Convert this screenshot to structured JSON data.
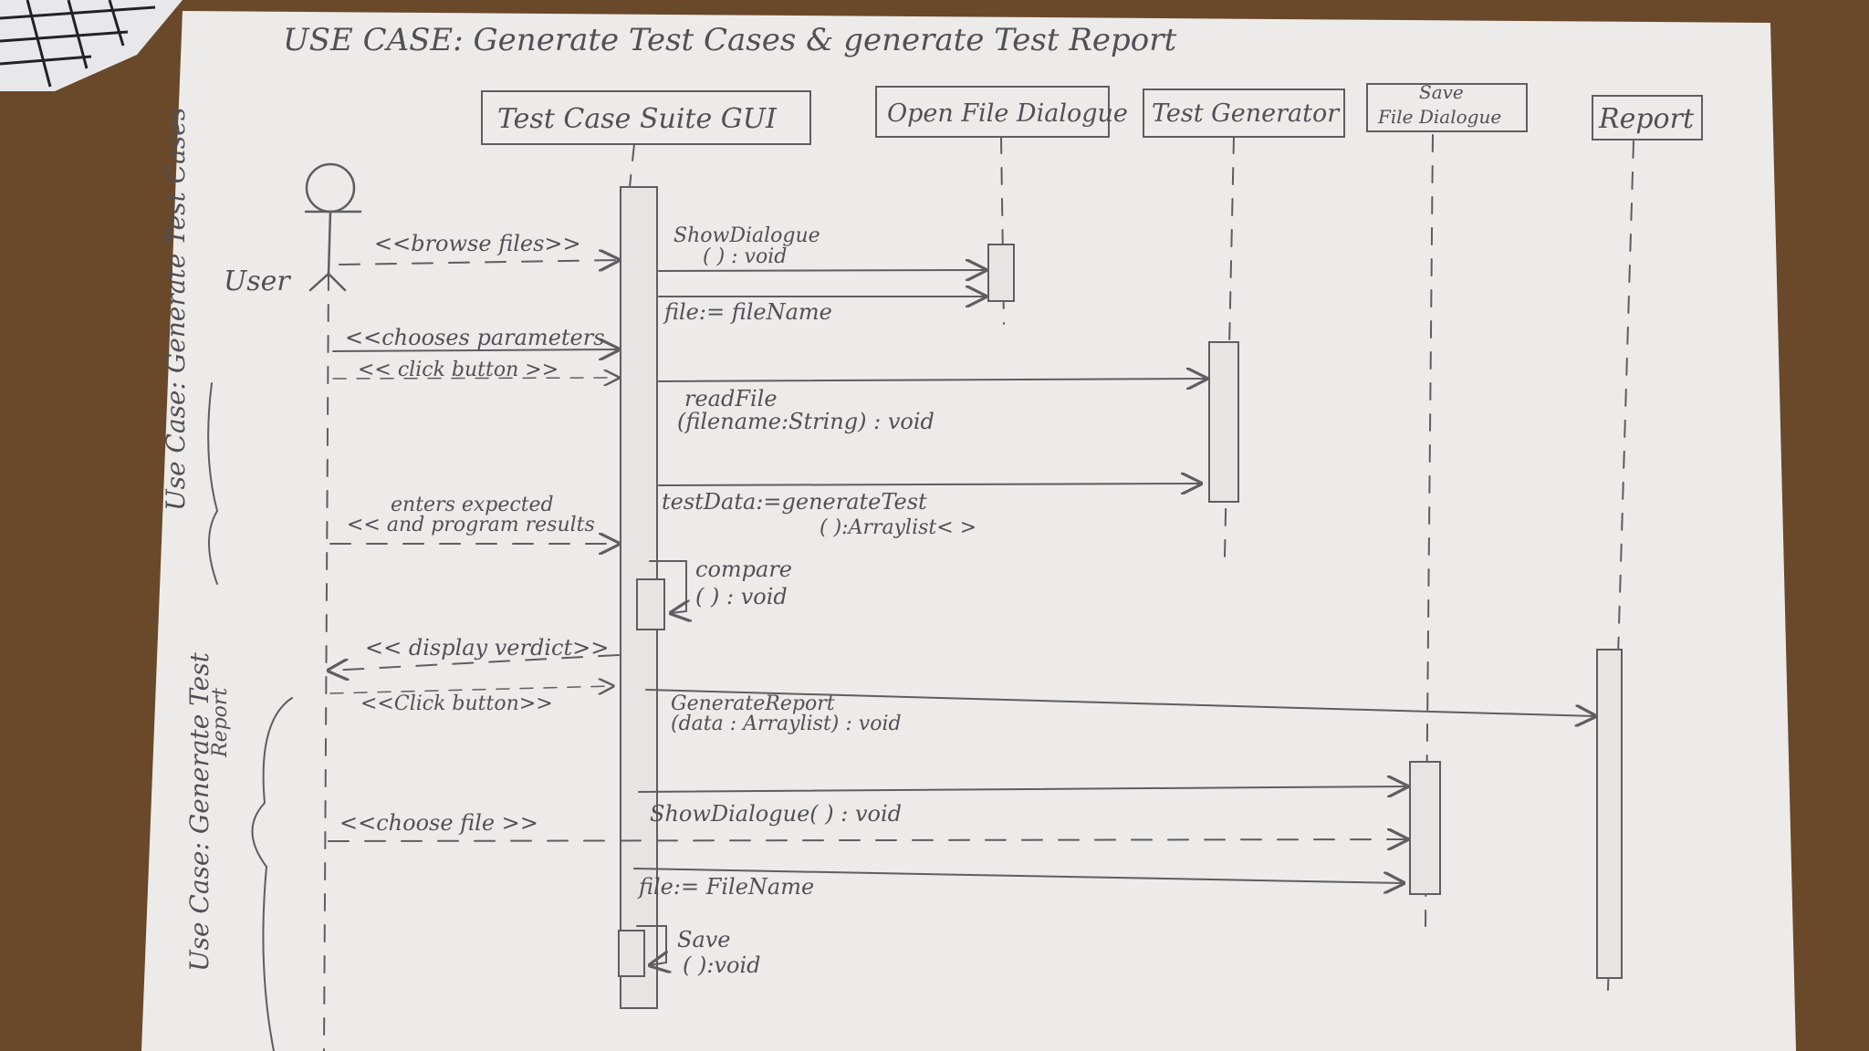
{
  "title": "USE CASE: Generate Test Cases & generate Test Report",
  "actor": {
    "label": "User"
  },
  "lifelines": [
    {
      "id": "gui",
      "label": "Test Case Suite GUI"
    },
    {
      "id": "open",
      "label": "Open File Dialogue"
    },
    {
      "id": "gen",
      "label": "Test Generator"
    },
    {
      "id": "save_top",
      "label": "Save"
    },
    {
      "id": "save_bottom",
      "label": "File Dialogue"
    },
    {
      "id": "report",
      "label": "Report"
    }
  ],
  "side_labels": {
    "top": "Use Case: Generate Test Cases",
    "bottom_line1": "Use Case: Generate Test",
    "bottom_line2": "Report"
  },
  "messages": {
    "browse": "<<browse files>>",
    "show_dialogue_1": "ShowDialogue",
    "show_dialogue_1b": "( ) : void",
    "file_name_1": "file:= fileName",
    "chooses_params": "<<chooses parameters",
    "click_button_1": "<< click button >>",
    "read_file_1": "readFile",
    "read_file_2": "(filename:String) : void",
    "enters_1": "enters expected",
    "enters_2": "<< and program results",
    "test_data_1": "testData:=generateTest",
    "test_data_2": "( ):Arraylist< >",
    "compare_1": "compare",
    "compare_2": "( ) : void",
    "display_verdict": "<< display verdict>>",
    "click_button_2": "<<Click button>>",
    "gen_report_1": "GenerateReport",
    "gen_report_2": "(data : Arraylist) : void",
    "show_dialogue_2": "ShowDialogue( ) : void",
    "choose_file": "<<choose file >>",
    "file_name_2": "file:= FileName",
    "save_1": "Save",
    "save_2": "( ):void"
  }
}
